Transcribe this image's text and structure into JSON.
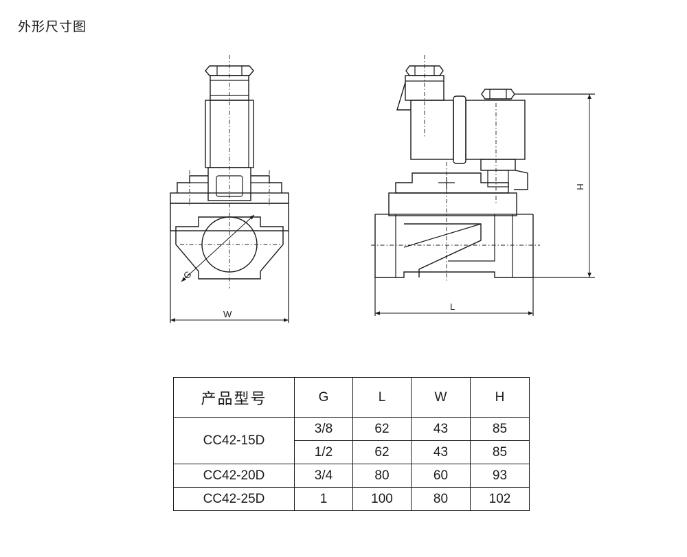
{
  "page": {
    "title": "外形尺寸图"
  },
  "drawing": {
    "front_view": {
      "dim_w": "W",
      "dim_g": "G"
    },
    "side_view": {
      "dim_l": "L",
      "dim_h": "H"
    }
  },
  "table": {
    "headers": [
      "产品型号",
      "G",
      "L",
      "W",
      "H"
    ],
    "models": [
      {
        "model": "CC42-15D",
        "rows": [
          [
            "3/8",
            "62",
            "43",
            "85"
          ],
          [
            "1/2",
            "62",
            "43",
            "85"
          ]
        ]
      },
      {
        "model": "CC42-20D",
        "rows": [
          [
            "3/4",
            "80",
            "60",
            "93"
          ]
        ]
      },
      {
        "model": "CC42-25D",
        "rows": [
          [
            "1",
            "100",
            "80",
            "102"
          ]
        ]
      }
    ]
  }
}
